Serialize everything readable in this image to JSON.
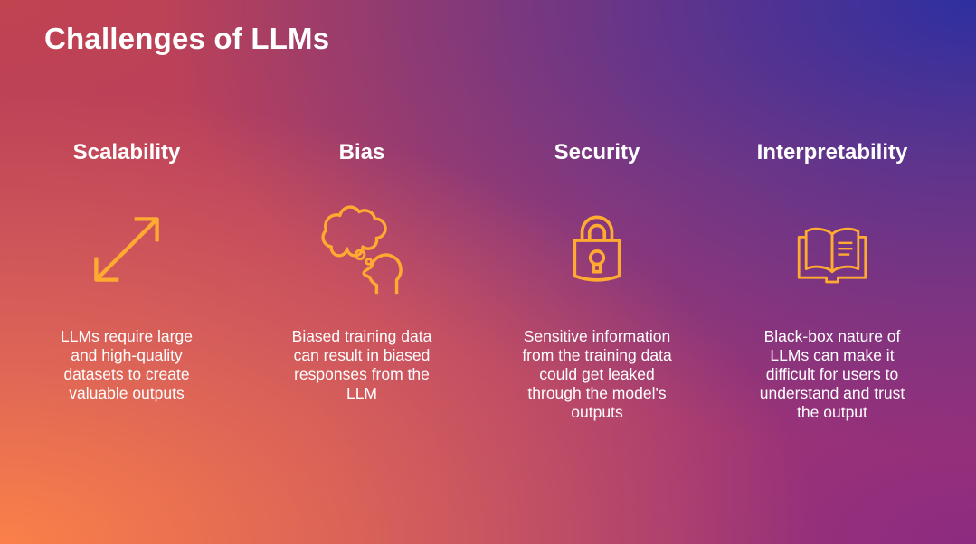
{
  "slide": {
    "title": "Challenges of LLMs"
  },
  "columns": [
    {
      "heading": "Scalability",
      "icon": "expand-arrows-icon",
      "description": [
        "LLMs require large",
        "and high-quality",
        "datasets to create",
        "valuable outputs"
      ]
    },
    {
      "heading": "Bias",
      "icon": "thought-bubble-head-icon",
      "description": [
        "Biased training data",
        "can result in biased",
        "responses from the",
        "LLM"
      ]
    },
    {
      "heading": "Security",
      "icon": "padlock-icon",
      "description": [
        "Sensitive information",
        "from the training data",
        "could get leaked",
        "through the model's",
        "outputs"
      ]
    },
    {
      "heading": "Interpretability",
      "icon": "open-book-icon",
      "description": [
        "Black-box nature of",
        "LLMs can make it",
        "difficult for users to",
        "understand and trust",
        "the output"
      ]
    }
  ],
  "colors": {
    "icon_stroke": "#FFAA30",
    "text": "#FFFFFF",
    "bg_top_left": "#C04350",
    "bg_top_right": "#2E2FA0",
    "bg_bottom_left": "#FB8049",
    "bg_bottom_right": "#8C2B80"
  }
}
